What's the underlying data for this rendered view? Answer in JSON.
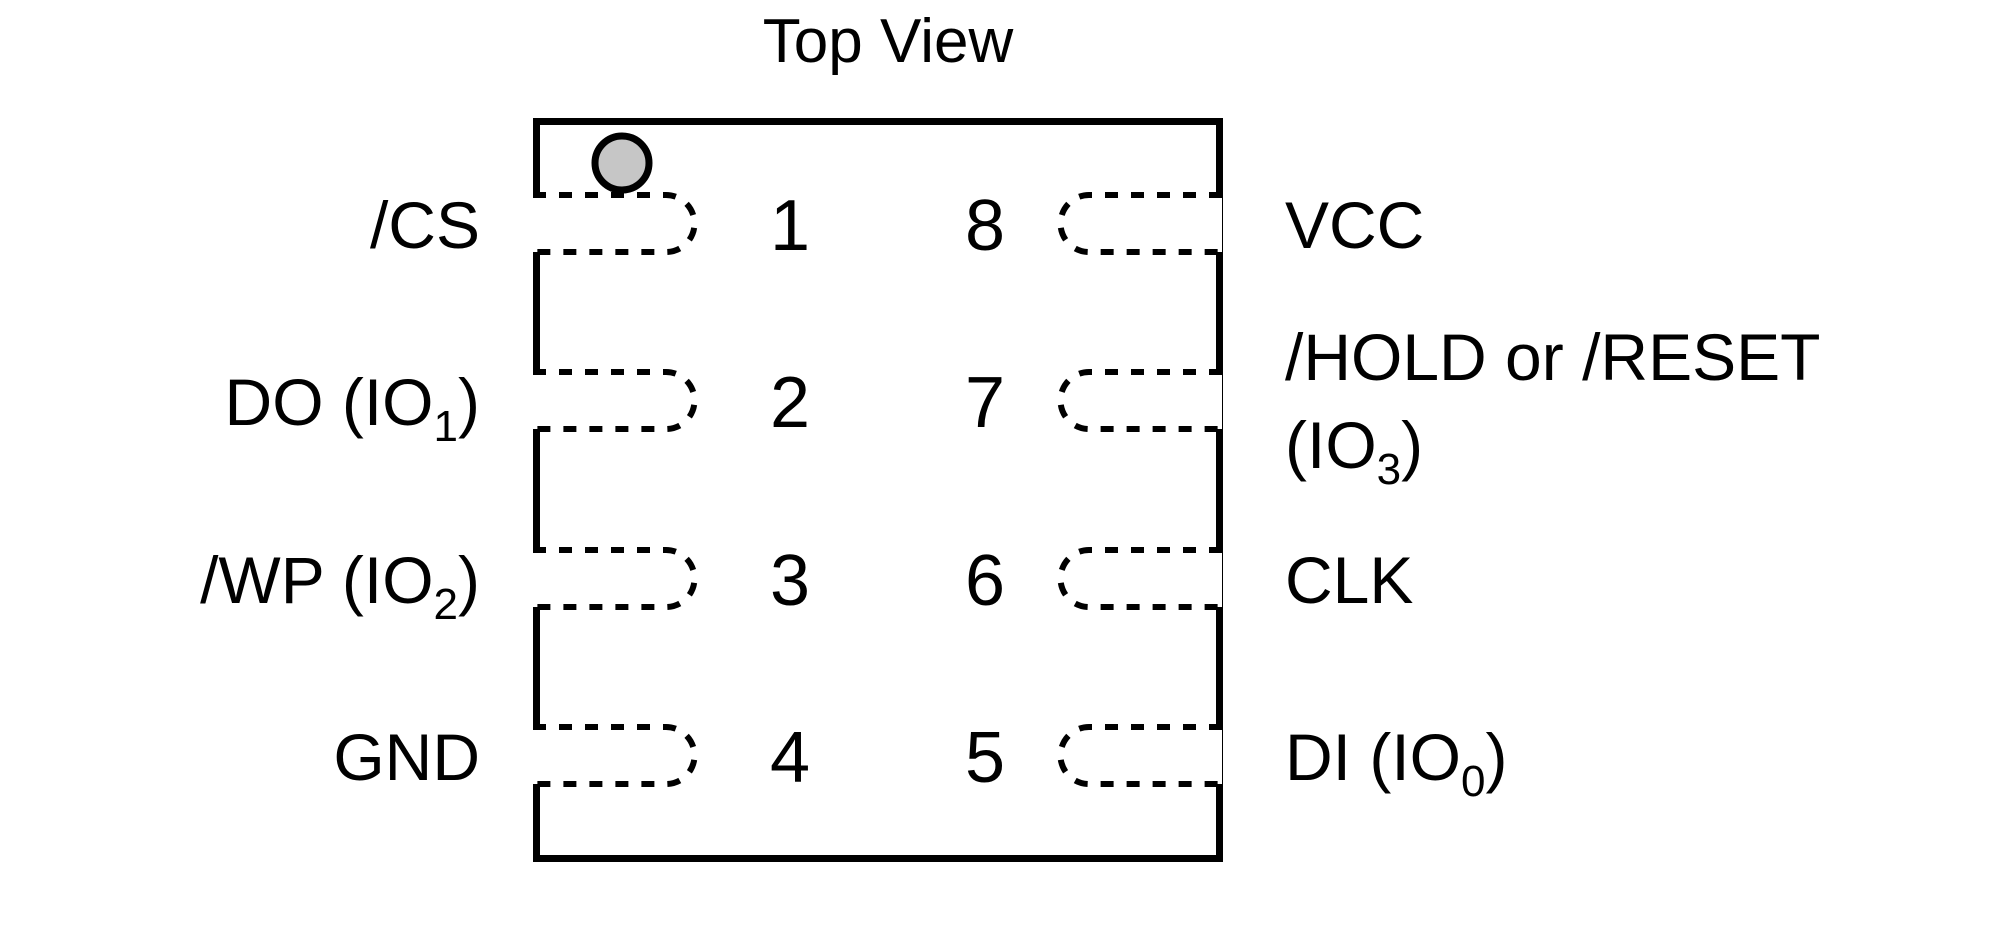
{
  "diagram": {
    "title": "Top View",
    "package": {
      "pin_count": 8,
      "pin1_indicator": "pin1-dot",
      "body_fill": "#ffffff",
      "outline_color": "#000000",
      "pad_style": "dashed",
      "dot_fill": "#c6c6c6"
    },
    "pins": [
      {
        "number": "1",
        "side": "left",
        "label": "/CS",
        "label_lines": [
          {
            "text": "/CS",
            "sub": ""
          }
        ]
      },
      {
        "number": "2",
        "side": "left",
        "label": "DO (IO1)",
        "label_lines": [
          {
            "text": "DO (IO",
            "sub": "1",
            "tail": ")"
          }
        ]
      },
      {
        "number": "3",
        "side": "left",
        "label": "/WP (IO2)",
        "label_lines": [
          {
            "text": "/WP (IO",
            "sub": "2",
            "tail": ")"
          }
        ]
      },
      {
        "number": "4",
        "side": "left",
        "label": "GND",
        "label_lines": [
          {
            "text": "GND",
            "sub": ""
          }
        ]
      },
      {
        "number": "8",
        "side": "right",
        "label": "VCC",
        "label_lines": [
          {
            "text": "VCC",
            "sub": ""
          }
        ]
      },
      {
        "number": "7",
        "side": "right",
        "label": "/HOLD or /RESET (IO3)",
        "label_lines": [
          {
            "text": "/HOLD or /RESET",
            "sub": ""
          },
          {
            "text": "(IO",
            "sub": "3",
            "tail": ")"
          }
        ]
      },
      {
        "number": "6",
        "side": "right",
        "label": "CLK",
        "label_lines": [
          {
            "text": "CLK",
            "sub": ""
          }
        ]
      },
      {
        "number": "5",
        "side": "right",
        "label": "DI (IO0)",
        "label_lines": [
          {
            "text": "DI (IO",
            "sub": "0",
            "tail": ")"
          }
        ]
      }
    ],
    "left_pin_numbers": [
      "1",
      "2",
      "3",
      "4"
    ],
    "right_pin_numbers": [
      "8",
      "7",
      "6",
      "5"
    ],
    "left_labels": {
      "p1_main": "/CS",
      "p2_main": "DO (IO",
      "p2_sub": "1",
      "p2_tail": ")",
      "p3_main": "/WP (IO",
      "p3_sub": "2",
      "p3_tail": ")",
      "p4_main": "GND"
    },
    "right_labels": {
      "p8_main": "VCC",
      "p7_main": "/HOLD or /RESET",
      "p7_sub_open": "(IO",
      "p7_sub": "3",
      "p7_sub_tail": ")",
      "p6_main": "CLK",
      "p5_main": "DI (IO",
      "p5_sub": "0",
      "p5_tail": ")"
    }
  }
}
